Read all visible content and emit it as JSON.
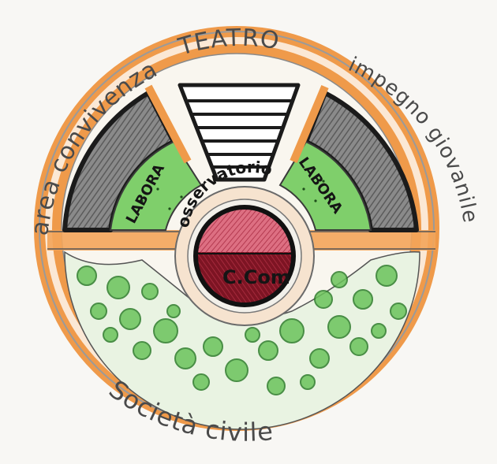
{
  "labels": {
    "area_convivenza": "area convivenza",
    "teatro": "TEATRO",
    "impegno_giovanile": "impegno giovanile",
    "societa_civile": "Società civile",
    "labora_left": "LABORA",
    "labora_right": "LABORA",
    "osservatorio": "osservatorio",
    "c_com": "C.Com"
  },
  "colors": {
    "paper": "#f8f7f4",
    "orange_ring": "#ef9a4a",
    "outline": "#1b1b1b",
    "green_fill": "#7fcf6b",
    "grey_fill": "#7c7c7c",
    "red_top": "#d9667a",
    "red_bottom": "#8a1c2a",
    "bubble_green": "#52b84a"
  }
}
